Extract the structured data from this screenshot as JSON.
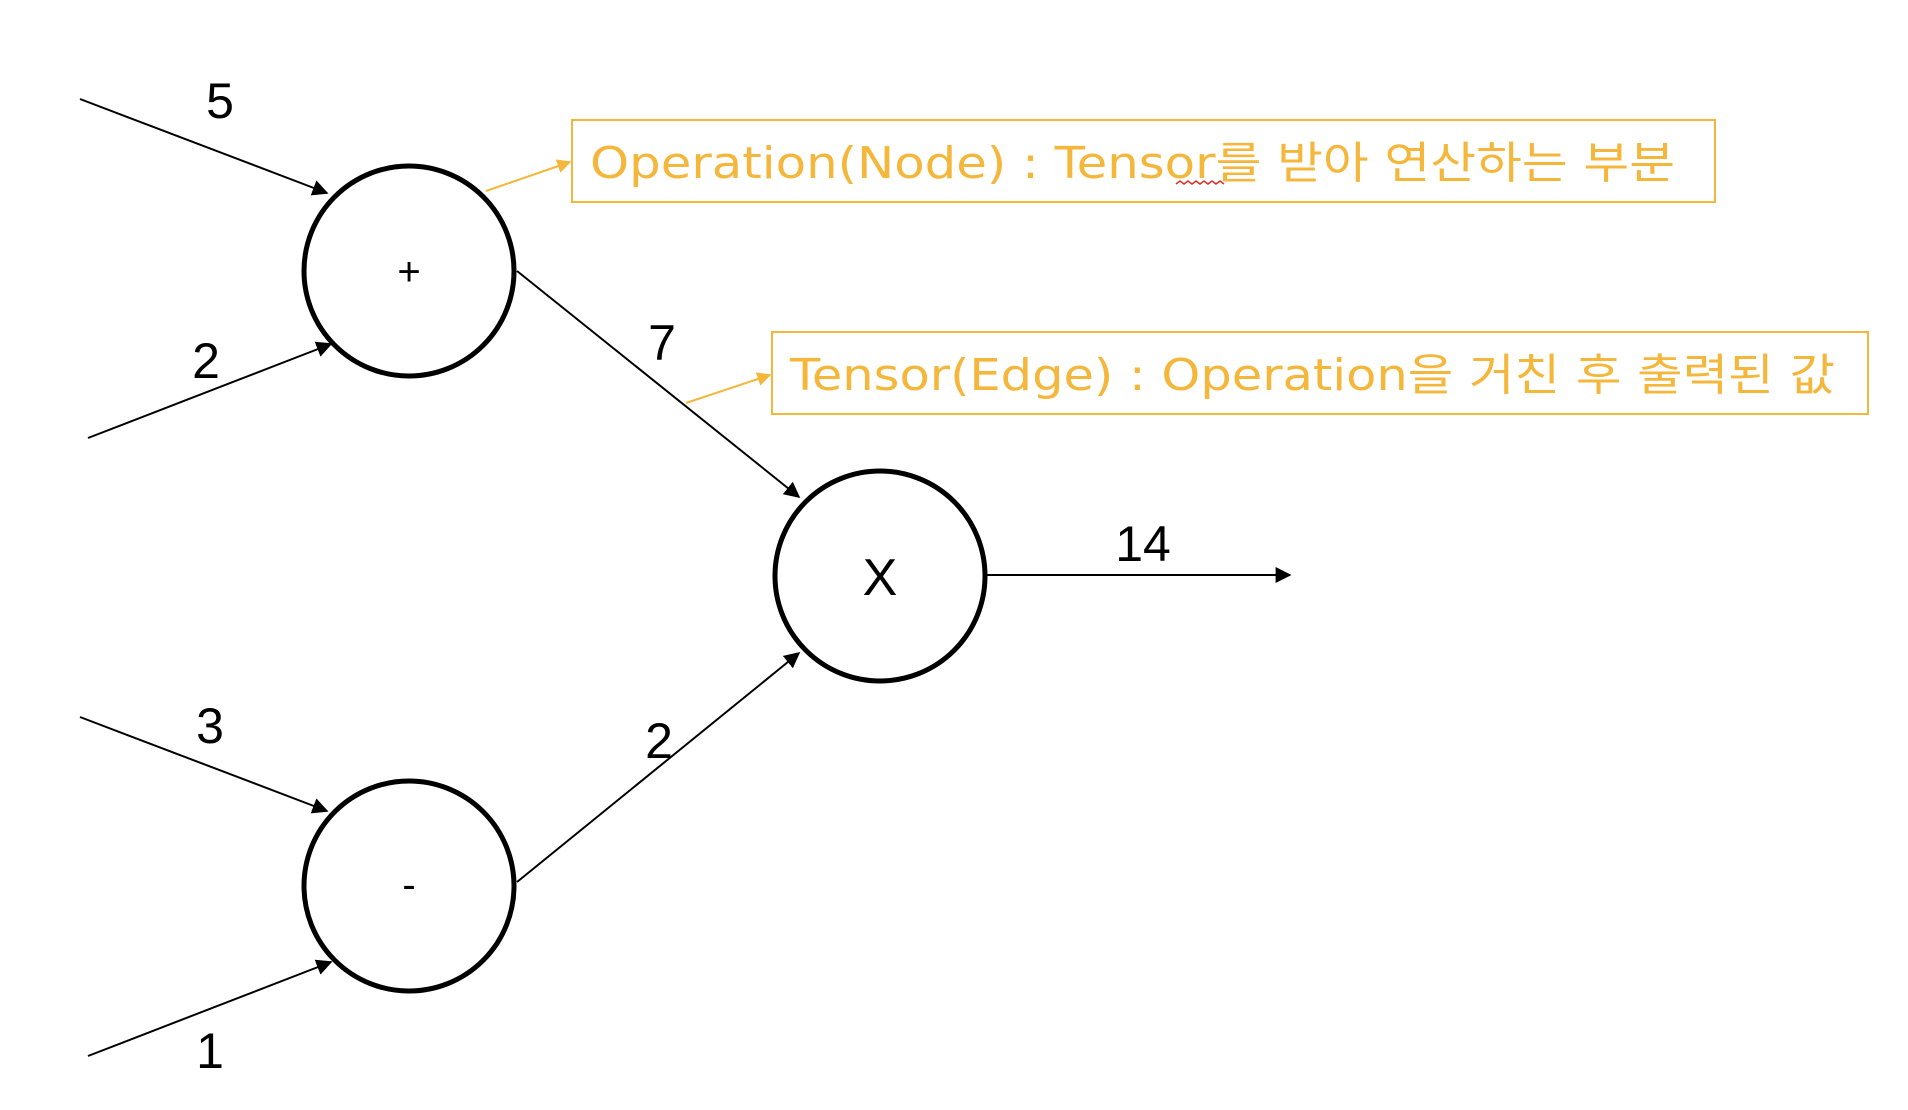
{
  "colors": {
    "line": "#000000",
    "annotation": "#f4b73b"
  },
  "nodes": {
    "add": {
      "symbol": "+"
    },
    "subtract": {
      "symbol": "-"
    },
    "multiply": {
      "symbol": "X"
    }
  },
  "edges": {
    "input_a": "5",
    "input_b": "2",
    "input_c": "3",
    "input_d": "1",
    "add_output": "7",
    "subtract_output": "2",
    "final_output": "14"
  },
  "annotations": {
    "operation": "Operation(Node) : Tensor를 받아 연산하는 부분",
    "tensor": "Tensor(Edge) : Operation을 거친 후 출력된 값"
  }
}
